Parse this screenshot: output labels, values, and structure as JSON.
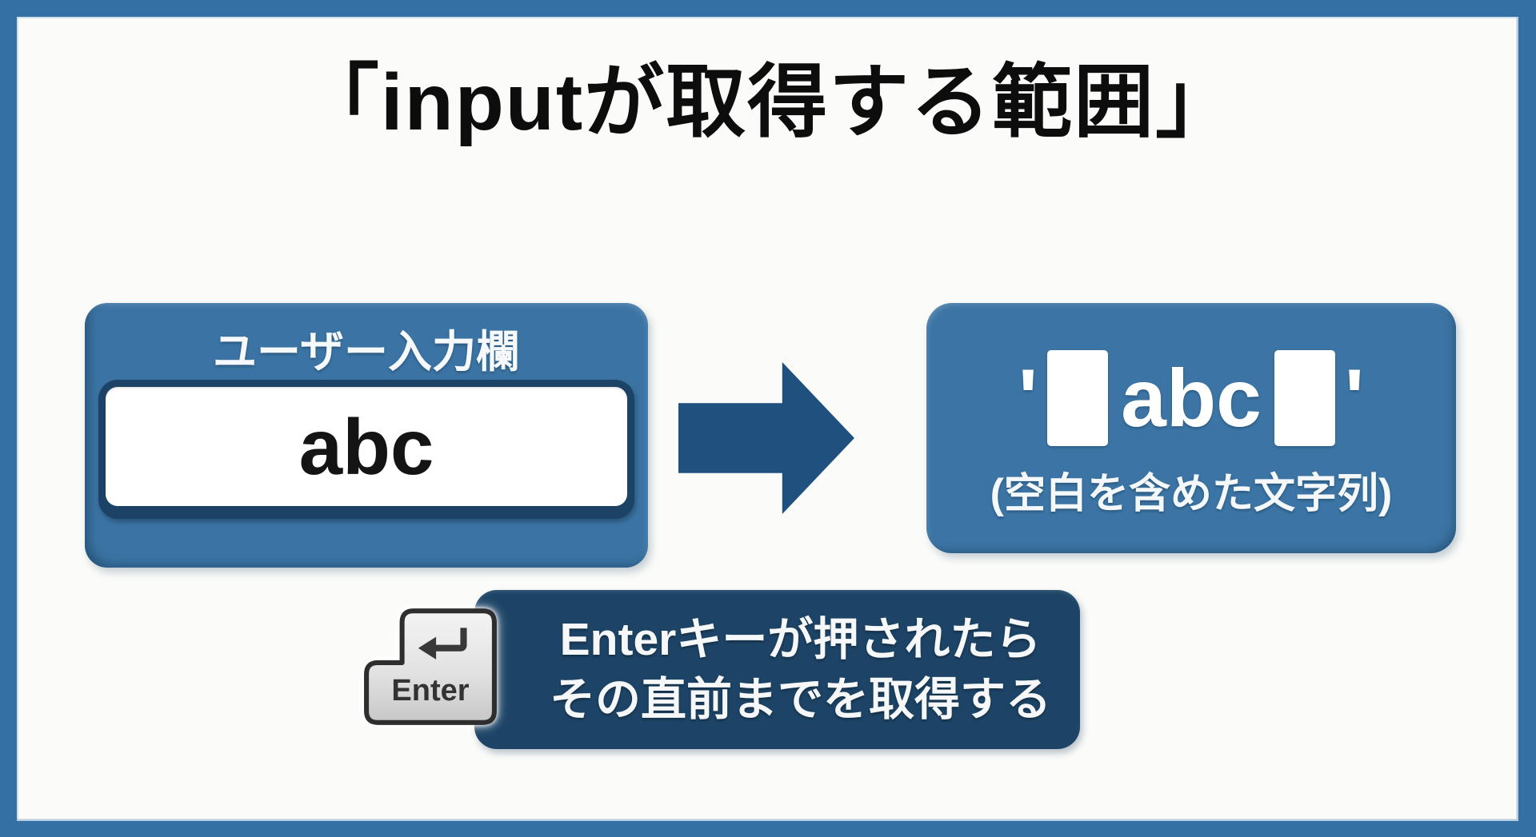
{
  "title": "「inputが取得する範囲」",
  "flow": {
    "input_panel": {
      "label": "ユーザー入力欄",
      "field_value": "abc"
    },
    "arrow_icon": "right-arrow",
    "result_panel": {
      "open_quote": "'",
      "value": "abc",
      "close_quote": "'",
      "space_marker": "space-block",
      "space_marker_count": 2,
      "caption": "(空白を含めた文字列)"
    },
    "note": {
      "line1": "Enterキーが押されたら",
      "line2": "その直前までを取得する"
    },
    "enter_key": {
      "label": "Enter",
      "icon": "return-arrow"
    }
  },
  "colors": {
    "frame_blue": "#3470a3",
    "panel_background": "#fbfcfa",
    "box_blue": "#3c75a5",
    "field_border_navy": "#1c4365",
    "arrow_navy": "#20507d",
    "note_navy": "#1d4466",
    "text_dark": "#0d0d0d",
    "text_white": "#ffffff",
    "key_gray": "#dcdcdc",
    "key_border": "#2e2e2e"
  }
}
